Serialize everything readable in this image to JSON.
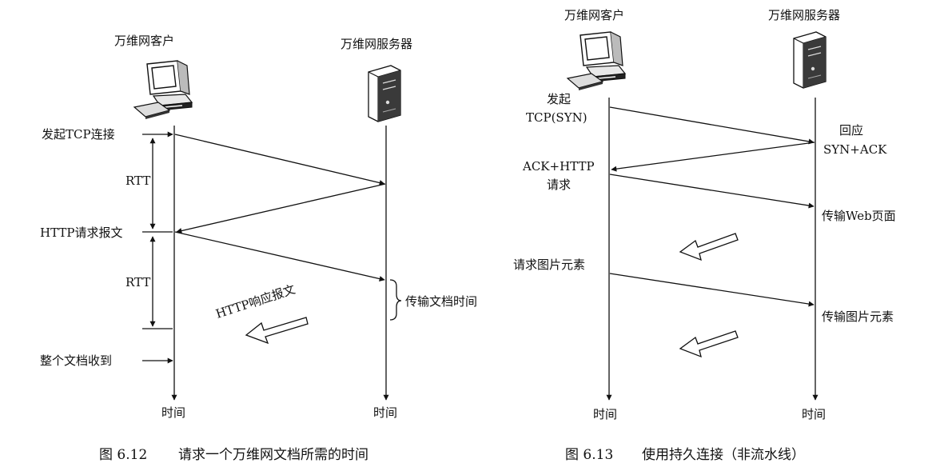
{
  "left": {
    "client_label": "万维网客户",
    "server_label": "万维网服务器",
    "initiate_tcp": "发起TCP连接",
    "rtt_1": "RTT",
    "http_request": "HTTP请求报文",
    "rtt_2": "RTT",
    "doc_received": "整个文档收到",
    "transfer_time": "传输文档时间",
    "http_response": "HTTP响应报文",
    "time_client": "时间",
    "time_server": "时间",
    "caption_num": "图 6.12",
    "caption_text": "请求一个万维网文档所需的时间"
  },
  "right": {
    "client_label": "万维网客户",
    "server_label": "万维网服务器",
    "initiate_1": "发起",
    "initiate_2": "TCP(SYN)",
    "reply_1": "回应",
    "reply_2": "SYN+ACK",
    "ack_http_1": "ACK+HTTP",
    "ack_http_2": "请求",
    "transfer_web": "传输Web页面",
    "request_images": "请求图片元素",
    "transfer_images": "传输图片元素",
    "time_client": "时间",
    "time_server": "时间",
    "caption_num": "图 6.13",
    "caption_text": "使用持久连接（非流水线）"
  }
}
